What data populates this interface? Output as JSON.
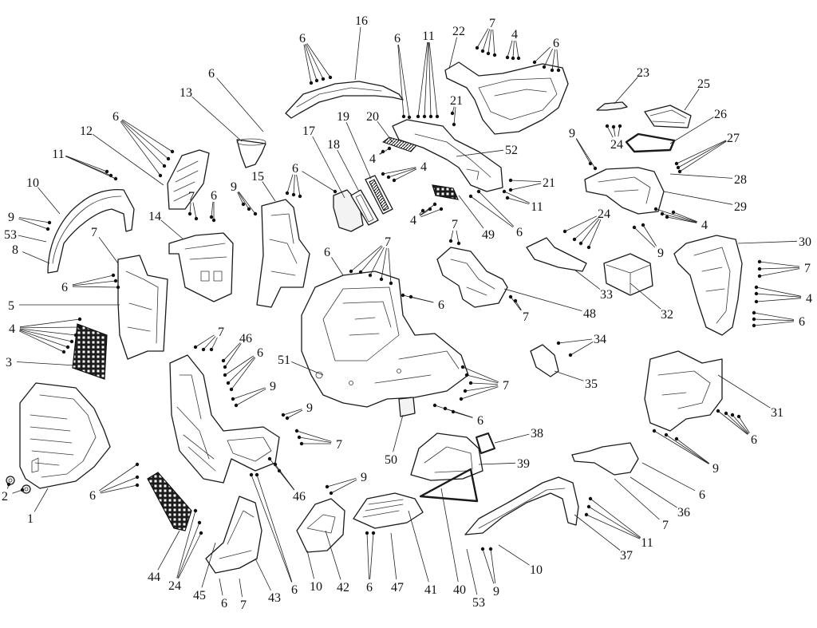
{
  "diagram": {
    "callouts": [
      "16",
      "6",
      "6",
      "11",
      "22",
      "7",
      "4",
      "6",
      "6",
      "13",
      "21",
      "19",
      "20",
      "23",
      "25",
      "26",
      "6",
      "12",
      "17",
      "18",
      "52",
      "9",
      "27",
      "24",
      "11",
      "4",
      "4",
      "15",
      "6",
      "21",
      "28",
      "10",
      "9",
      "7",
      "6",
      "29",
      "11",
      "9",
      "14",
      "4",
      "24",
      "4",
      "53",
      "7",
      "6",
      "7",
      "49",
      "9",
      "30",
      "8",
      "6",
      "7",
      "7",
      "6",
      "33",
      "4",
      "5",
      "6",
      "48",
      "7",
      "32",
      "6",
      "4",
      "7",
      "46",
      "34",
      "6",
      "51",
      "3",
      "35",
      "9",
      "7",
      "31",
      "9",
      "6",
      "6",
      "7",
      "38",
      "50",
      "39",
      "9",
      "9",
      "6",
      "6",
      "46",
      "2",
      "36",
      "1",
      "7",
      "11",
      "37",
      "10",
      "44",
      "24",
      "10",
      "42",
      "6",
      "47",
      "41",
      "40",
      "45",
      "43",
      "6",
      "9",
      "53",
      "6",
      "7"
    ]
  }
}
